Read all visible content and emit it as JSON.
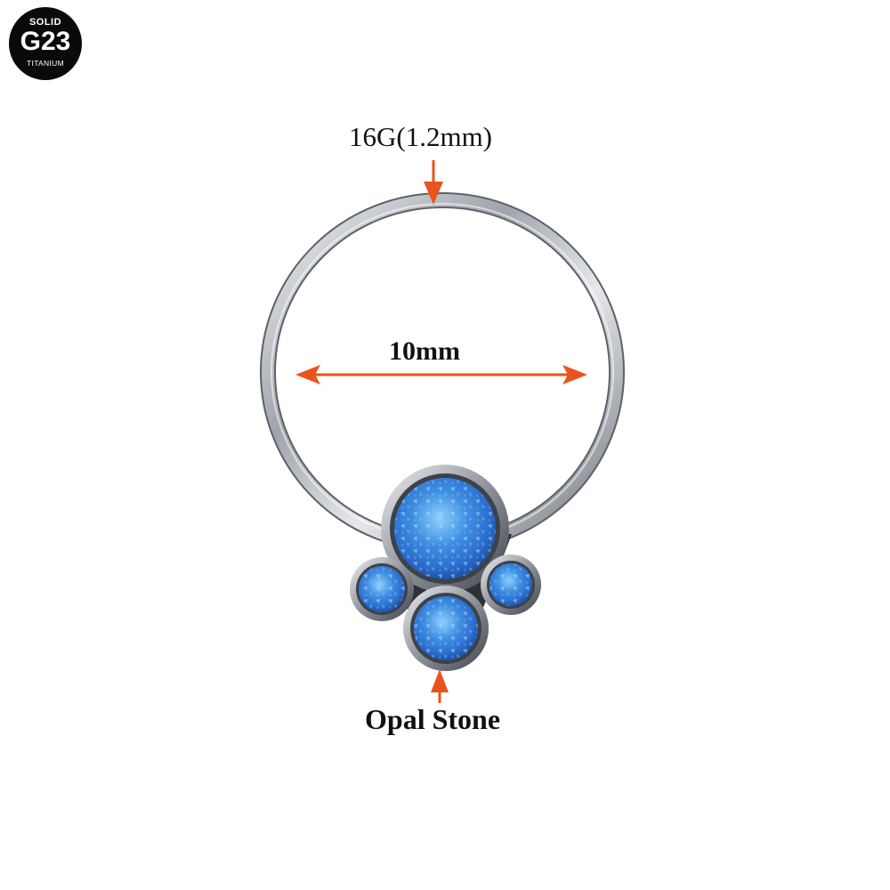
{
  "badge": {
    "top": "SOLID",
    "main": "G23",
    "bottom": "TITANIUM"
  },
  "labels": {
    "gauge": "16G(1.2mm)",
    "diameter": "10mm",
    "stone": "Opal Stone"
  },
  "colors": {
    "arrow": "#e8541c",
    "opal": "#4a9ee0",
    "metal": "#b8bcc2",
    "badge_bg": "#0a0a0a"
  }
}
